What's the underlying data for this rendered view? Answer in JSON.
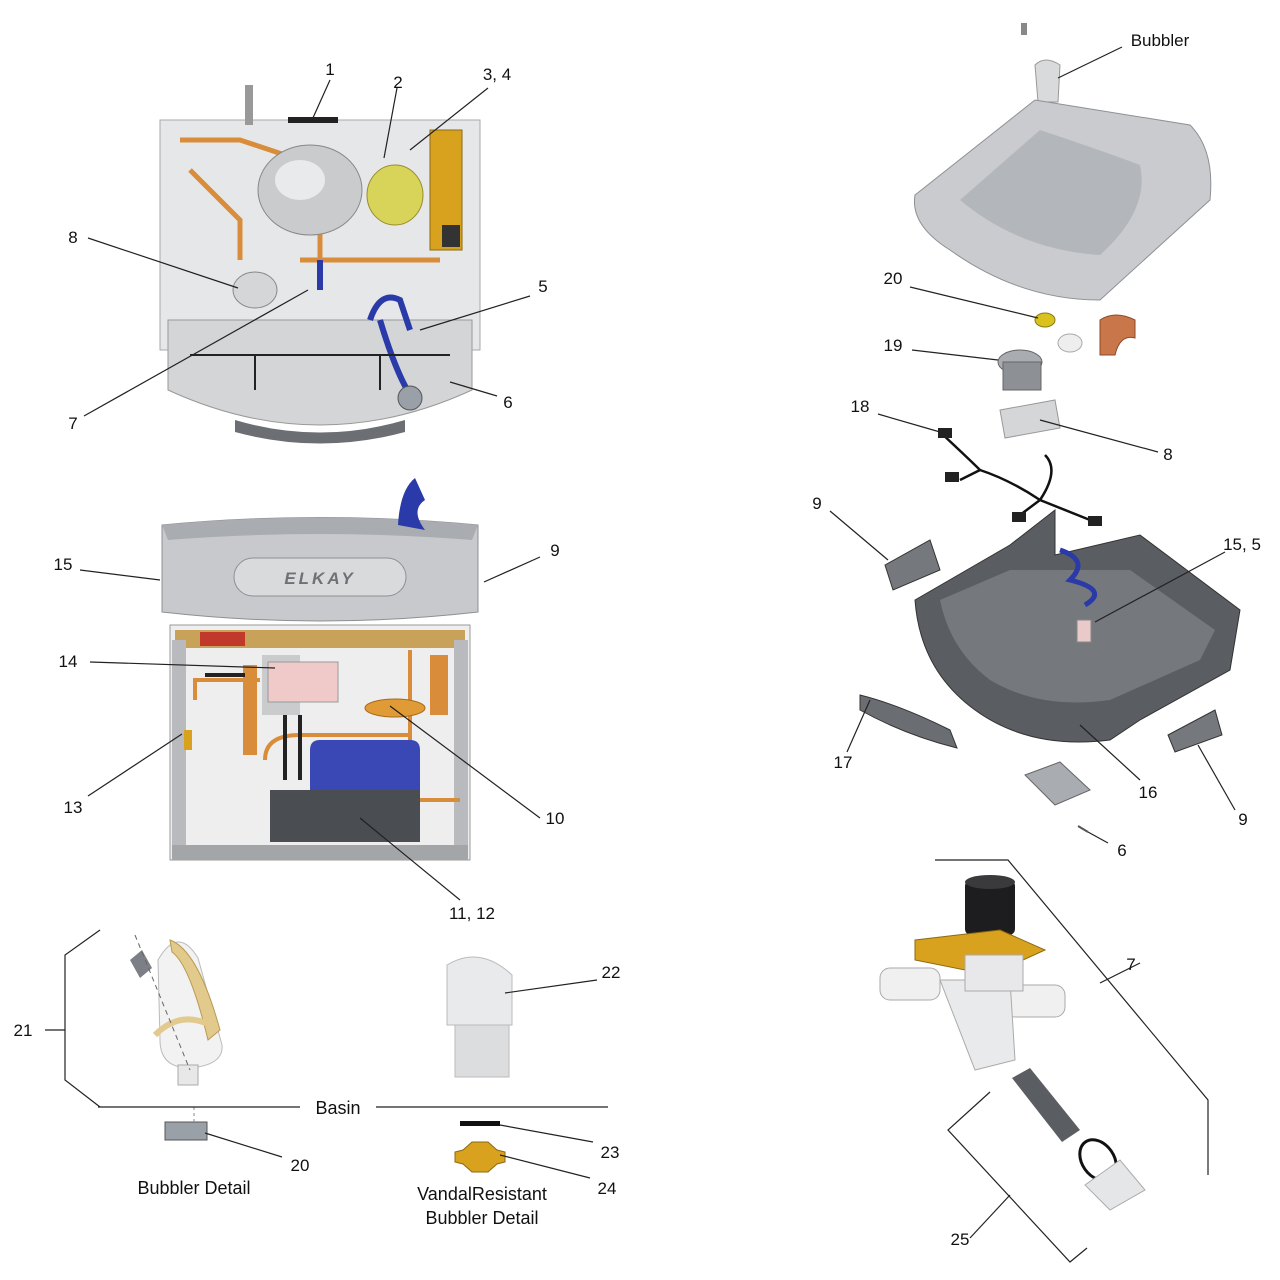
{
  "callouts": {
    "c1": "1",
    "c2": "2",
    "c34": "3, 4",
    "c8a": "8",
    "c5a": "5",
    "c7a": "7",
    "c6a": "6",
    "c15a": "15",
    "c9a": "9",
    "c14": "14",
    "c13": "13",
    "c10": "10",
    "c1112": "11, 12",
    "c21": "21",
    "c20a": "20",
    "c22": "22",
    "c23": "23",
    "c24": "24",
    "bubbler": "Bubbler",
    "c20b": "20",
    "c19": "19",
    "c18": "18",
    "c8b": "8",
    "c9b": "9",
    "c155": "15, 5",
    "c17": "17",
    "c16": "16",
    "c9c": "9",
    "c6b": "6",
    "c7b": "7",
    "c25": "25"
  },
  "captions": {
    "basin": "Basin",
    "bubbler_detail": "Bubbler Detail",
    "vandal_line1": "VandalResistant",
    "vandal_line2": "Bubbler Detail"
  },
  "brand": {
    "logo_text": "ELKAY"
  },
  "colors": {
    "copper": "#d98c3a",
    "blue_tube": "#2a3aa8",
    "frame_gray": "#b8babd",
    "dark_gray": "#55585c",
    "brass": "#d9a21e"
  }
}
